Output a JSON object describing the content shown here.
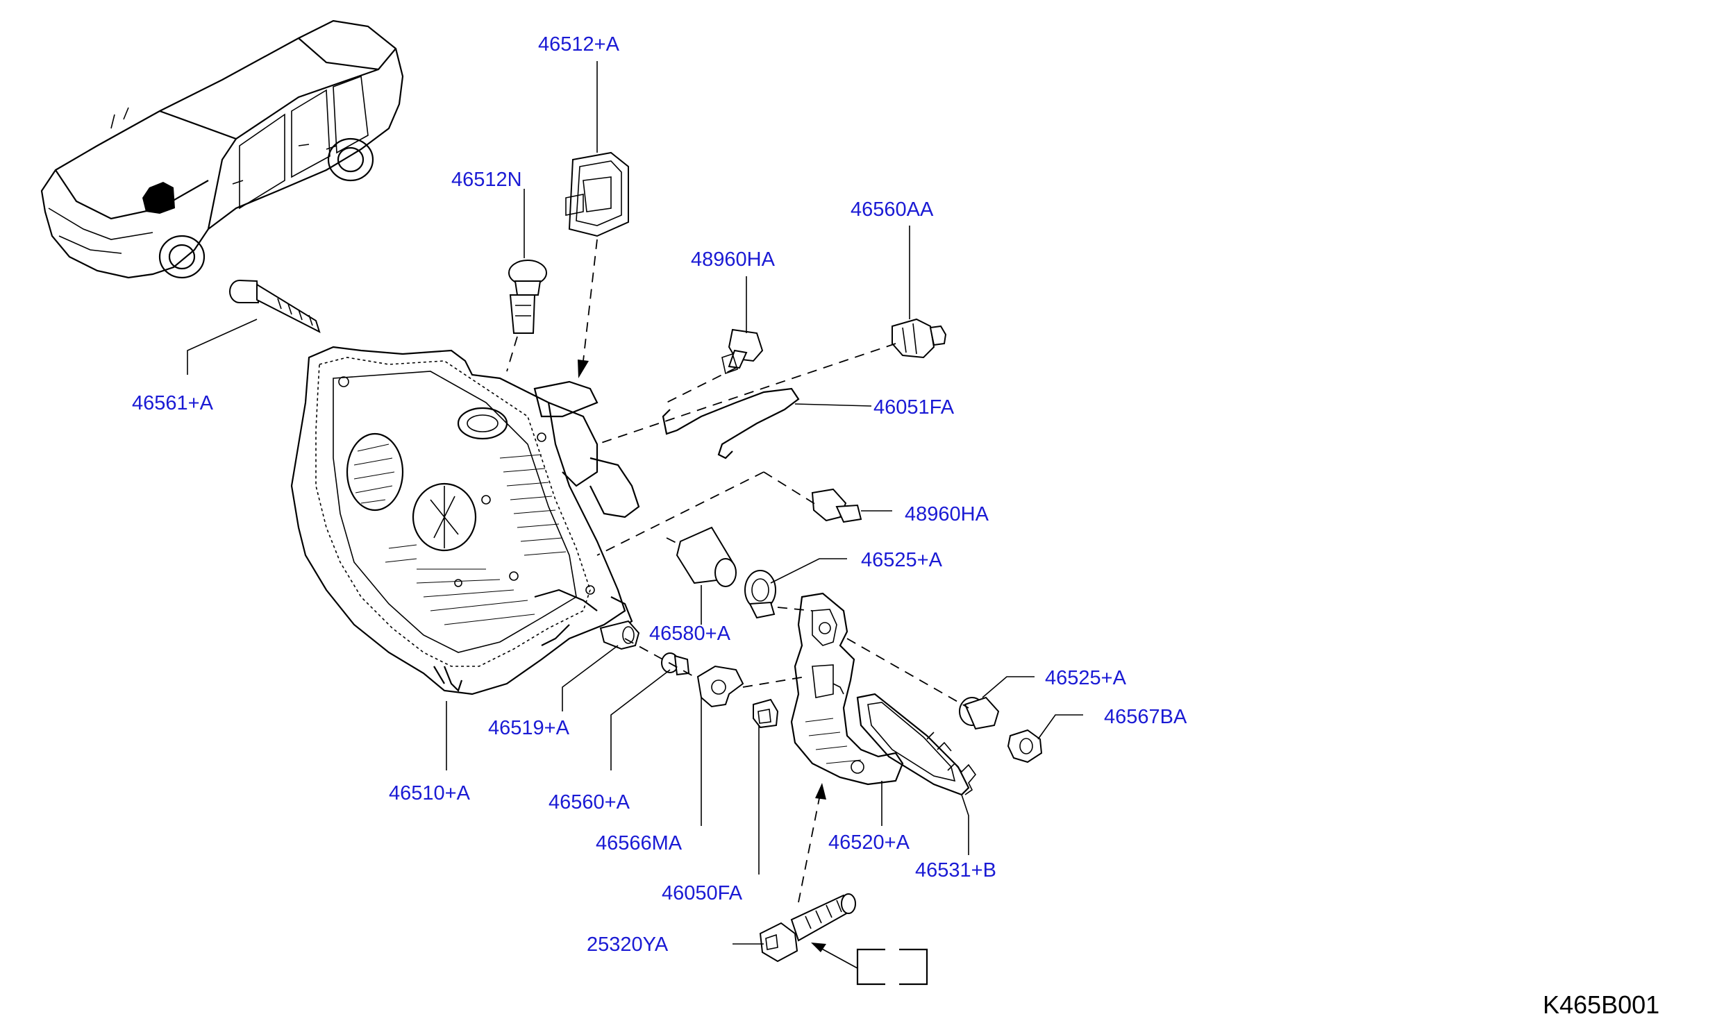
{
  "diagram": {
    "code": "K465B001",
    "colors": {
      "label": "#1a1ad4",
      "line": "#000000",
      "background": "#ffffff"
    },
    "parts": [
      {
        "id": "46512+A",
        "label": "46512+A"
      },
      {
        "id": "46512N",
        "label": "46512N"
      },
      {
        "id": "46560AA",
        "label": "46560AA"
      },
      {
        "id": "48960HA-1",
        "label": "48960HA"
      },
      {
        "id": "46561+A",
        "label": "46561+A"
      },
      {
        "id": "46051FA",
        "label": "46051FA"
      },
      {
        "id": "48960HA-2",
        "label": "48960HA"
      },
      {
        "id": "46525+A-1",
        "label": "46525+A"
      },
      {
        "id": "46580+A",
        "label": "46580+A"
      },
      {
        "id": "46525+A-2",
        "label": "46525+A"
      },
      {
        "id": "46567BA",
        "label": "46567BA"
      },
      {
        "id": "46519+A",
        "label": "46519+A"
      },
      {
        "id": "46510+A",
        "label": "46510+A"
      },
      {
        "id": "46560+A",
        "label": "46560+A"
      },
      {
        "id": "46566MA",
        "label": "46566MA"
      },
      {
        "id": "46520+A",
        "label": "46520+A"
      },
      {
        "id": "46531+B",
        "label": "46531+B"
      },
      {
        "id": "46050FA",
        "label": "46050FA"
      },
      {
        "id": "25320YA",
        "label": "25320YA"
      }
    ]
  }
}
